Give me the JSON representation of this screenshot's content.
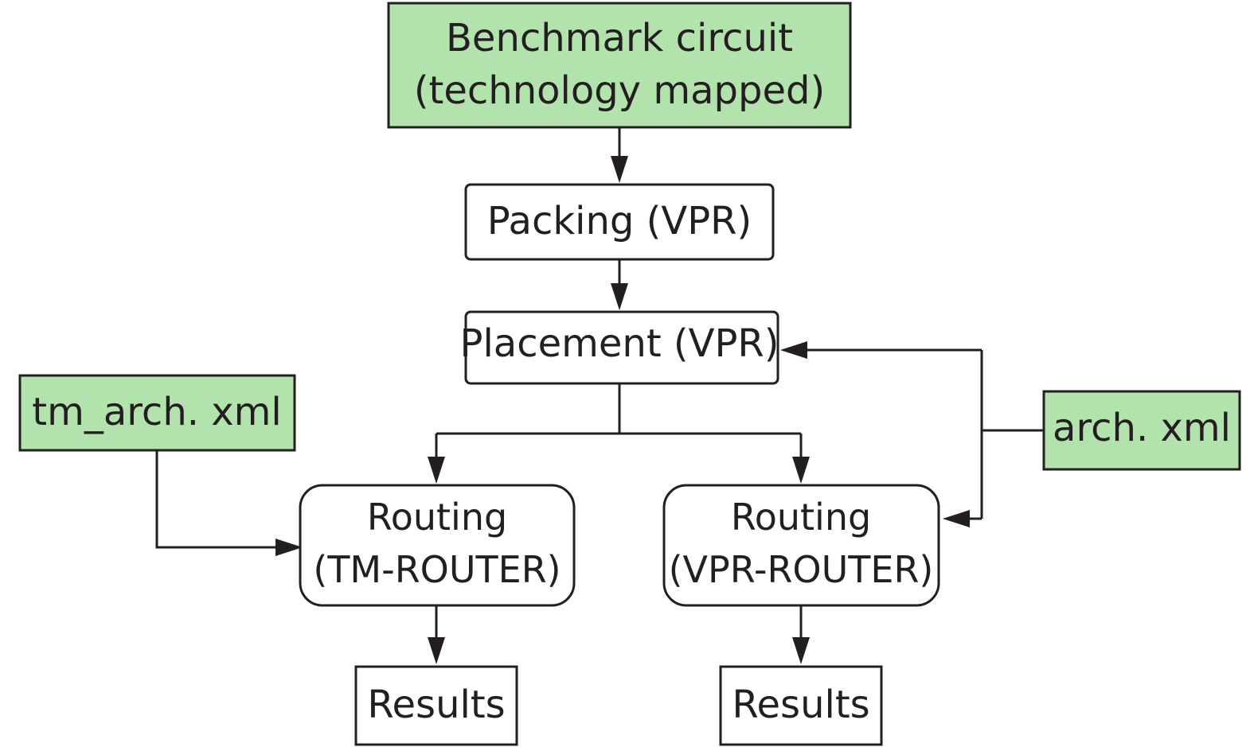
{
  "colors": {
    "input_fill": "#b3e3ac",
    "process_fill": "#ffffff",
    "stroke": "#231f20",
    "text": "#231f20"
  },
  "nodes": {
    "benchmark": {
      "line1": "Benchmark circuit",
      "line2": "(technology mapped)"
    },
    "packing": {
      "label": "Packing (VPR)"
    },
    "placement": {
      "label": "Placement (VPR)"
    },
    "tm_arch": {
      "label": "tm_arch. xml"
    },
    "arch": {
      "label": "arch. xml"
    },
    "routing_tm": {
      "line1": "Routing",
      "line2": "(TM-ROUTER)"
    },
    "routing_vpr": {
      "line1": "Routing",
      "line2": "(VPR-ROUTER)"
    },
    "results_tm": {
      "label": "Results"
    },
    "results_vpr": {
      "label": "Results"
    }
  }
}
